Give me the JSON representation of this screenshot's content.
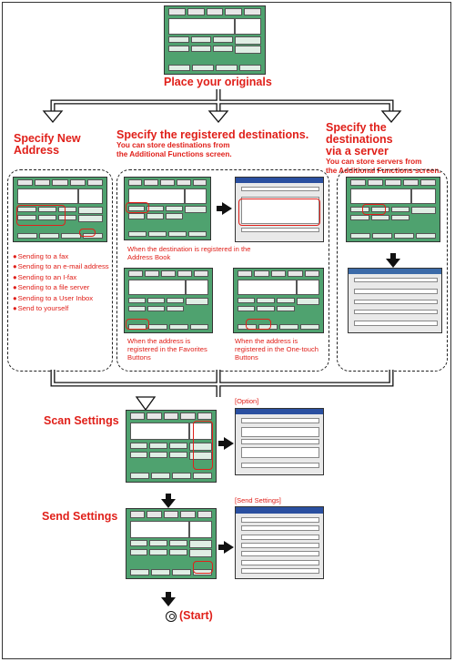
{
  "steps": {
    "place_originals": "Place your originals",
    "specify_new": {
      "title_line1": "Specify New",
      "title_line2": "Address",
      "bullets": [
        "Sending to a fax",
        "Sending to an e-mail address",
        "Sending to an I-fax",
        "Sending to a file server",
        "Sending to a User Inbox",
        "Send to yourself"
      ]
    },
    "specify_registered": {
      "title": "Specify the registered destinations.",
      "sub_line1": "You can store destinations from",
      "sub_line2": "the Additional Functions screen.",
      "caption_address_book_1": "When the destination is registered in the",
      "caption_address_book_2": "Address Book",
      "caption_favorites_1": "When the address is",
      "caption_favorites_2": "registered in the Favorites",
      "caption_favorites_3": "Buttons",
      "caption_onetouch_1": "When the address is",
      "caption_onetouch_2": "registered in the One-touch",
      "caption_onetouch_3": "Buttons"
    },
    "specify_server": {
      "title_line1": "Specify the destinations",
      "title_line2": "via a server",
      "sub_line1": "You can store servers from",
      "sub_line2": "the Additional Functions screen."
    },
    "scan_settings": "Scan Settings",
    "scan_option_label": "[Option]",
    "send_settings": "Send Settings",
    "send_settings_label": "[Send Settings]",
    "start": "(Start)"
  },
  "colors": {
    "accent_red": "#e0201a",
    "screen_green": "#4fa26f"
  }
}
